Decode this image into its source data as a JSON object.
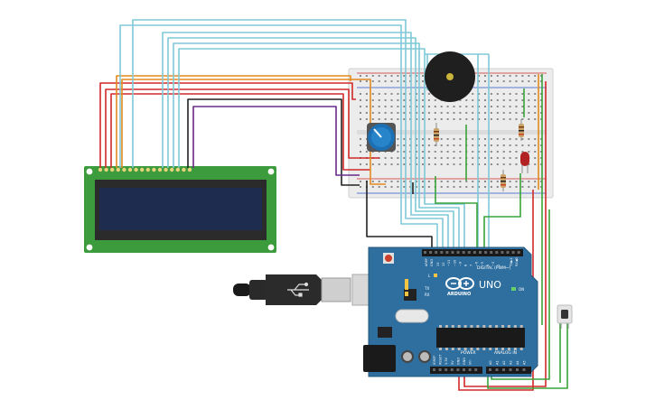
{
  "arduino": {
    "brand": "ARDUINO",
    "model": "UNO",
    "digital_header": "DIGITAL (PWM~)",
    "power_header": "POWER",
    "analog_header": "ANALOG IN",
    "led_l": "L",
    "led_tx": "TX",
    "led_rx": "RX",
    "led_on": "ON",
    "aref": "AREF",
    "gnd": "GND",
    "tx": "TX▶1",
    "rx": "RX◀0",
    "digital_pins": [
      "13",
      "12",
      "~11",
      "~10",
      "~9",
      "8",
      "7",
      "~6",
      "~5",
      "4",
      "~3",
      "2"
    ],
    "power_pins": [
      "IOREF",
      "RESET",
      "3.3V",
      "5V",
      "GND",
      "GND",
      "Vin"
    ],
    "analog_pins": [
      "A0",
      "A1",
      "A2",
      "A3",
      "A4",
      "A5"
    ]
  },
  "colors": {
    "board": "#2f6f9f",
    "board_edge": "#25587f",
    "lcd_pcb": "#3c9b3c",
    "lcd_screen": "#1e2d4f",
    "breadboard": "#ececec",
    "wire_cyan": "#7fc8d8",
    "wire_orange": "#e38a1f",
    "wire_red": "#d22828",
    "wire_black": "#222222",
    "wire_purple": "#6a2a8a",
    "wire_green": "#3aa33a",
    "resistor": "#c9a46a",
    "led": "#b32222",
    "pot_knob": "#1d6fb3",
    "buzzer": "#1f1f1f"
  },
  "components": [
    "lcd-16x2",
    "breadboard",
    "potentiometer",
    "piezo-buzzer",
    "resistor",
    "resistor",
    "resistor",
    "red-led",
    "arduino-uno",
    "usb-cable",
    "pushbutton"
  ]
}
